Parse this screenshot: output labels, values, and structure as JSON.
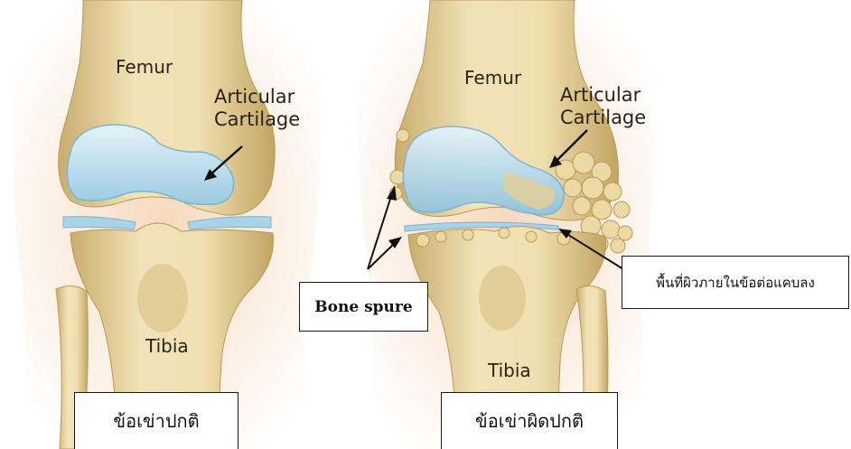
{
  "normal_knee": {
    "femur_label": "Femur",
    "cartilage_label_line1": "Articular",
    "cartilage_label_line2": "Cartilage",
    "tibia_label": "Tibia",
    "caption": "ข้อเข่าปกติ"
  },
  "arthritic_knee": {
    "femur_label": "Femur",
    "cartilage_label_line1": "Articular",
    "cartilage_label_line2": "Cartilage",
    "tibia_label": "Tibia",
    "caption": "ข้อเข่าผิดปกติ"
  },
  "callouts": {
    "bone_spure": "Bone spure",
    "narrowed_joint_space": "พื้นที่ผิวภายในข้อต่อแคบลง"
  },
  "colors": {
    "bone": "#e8d6a4",
    "bone_shadow": "#c9ad6e",
    "cartilage": "#bfe0ee",
    "skin": "#f3c9a6"
  }
}
